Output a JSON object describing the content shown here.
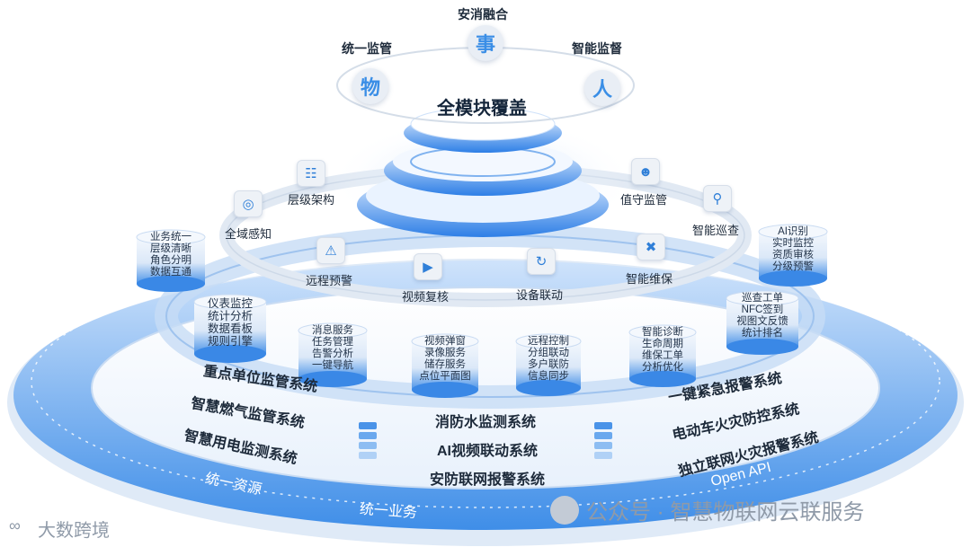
{
  "top_labels": {
    "left": "统一监管",
    "center": "安消融合",
    "right": "智能监督"
  },
  "circle_chars": {
    "thing": "事",
    "object": "物",
    "person": "人"
  },
  "core_title": "全模块覆盖",
  "feature_items": [
    {
      "key": "hierarchy",
      "label": "层级架构",
      "icon": "org-chart"
    },
    {
      "key": "global",
      "label": "全域感知",
      "icon": "radar"
    },
    {
      "key": "remote",
      "label": "远程预警",
      "icon": "monitor-alert"
    },
    {
      "key": "video",
      "label": "视频复核",
      "icon": "video-play"
    },
    {
      "key": "linkage",
      "label": "设备联动",
      "icon": "sync"
    },
    {
      "key": "maintain",
      "label": "智能维保",
      "icon": "wrench"
    },
    {
      "key": "patrol",
      "label": "智能巡查",
      "icon": "search-person"
    },
    {
      "key": "duty",
      "label": "值守监管",
      "icon": "guard"
    }
  ],
  "cylinders": [
    {
      "lines": [
        "业务统一",
        "层级清晰",
        "角色分明",
        "数据互通"
      ]
    },
    {
      "lines": [
        "仪表监控",
        "统计分析",
        "数据看板",
        "规则引擎"
      ]
    },
    {
      "lines": [
        "消息服务",
        "任务管理",
        "告警分析",
        "一键导航"
      ]
    },
    {
      "lines": [
        "视频弹窗",
        "录像服务",
        "储存服务",
        "点位平面图"
      ]
    },
    {
      "lines": [
        "远程控制",
        "分组联动",
        "多户联防",
        "信息同步"
      ]
    },
    {
      "lines": [
        "智能诊断",
        "生命周期",
        "维保工单",
        "分析优化"
      ]
    },
    {
      "lines": [
        "巡查工单",
        "NFC签到",
        "视图文反馈",
        "统计排名"
      ]
    },
    {
      "lines": [
        "AI识别",
        "实时监控",
        "资质审核",
        "分级预警"
      ]
    }
  ],
  "systems_left": [
    "重点单位监管系统",
    "智慧燃气监管系统",
    "智慧用电监测系统"
  ],
  "systems_center": [
    "消防水监测系统",
    "AI视频联动系统",
    "安防联网报警系统"
  ],
  "systems_right": [
    "一键紧急报警系统",
    "电动车火灾防控系统",
    "独立联网火灾报警系统"
  ],
  "ring_labels": {
    "resources": "统一资源",
    "business": "统一业务",
    "api": "Open API"
  },
  "watermarks": {
    "left": "大数跨境",
    "right": "公众号 · 智慧物联网云联服务"
  },
  "colors": {
    "accent": "#3a8ee6",
    "ring_blue": "#4a93e8",
    "text_dark": "#1d2a3a"
  }
}
